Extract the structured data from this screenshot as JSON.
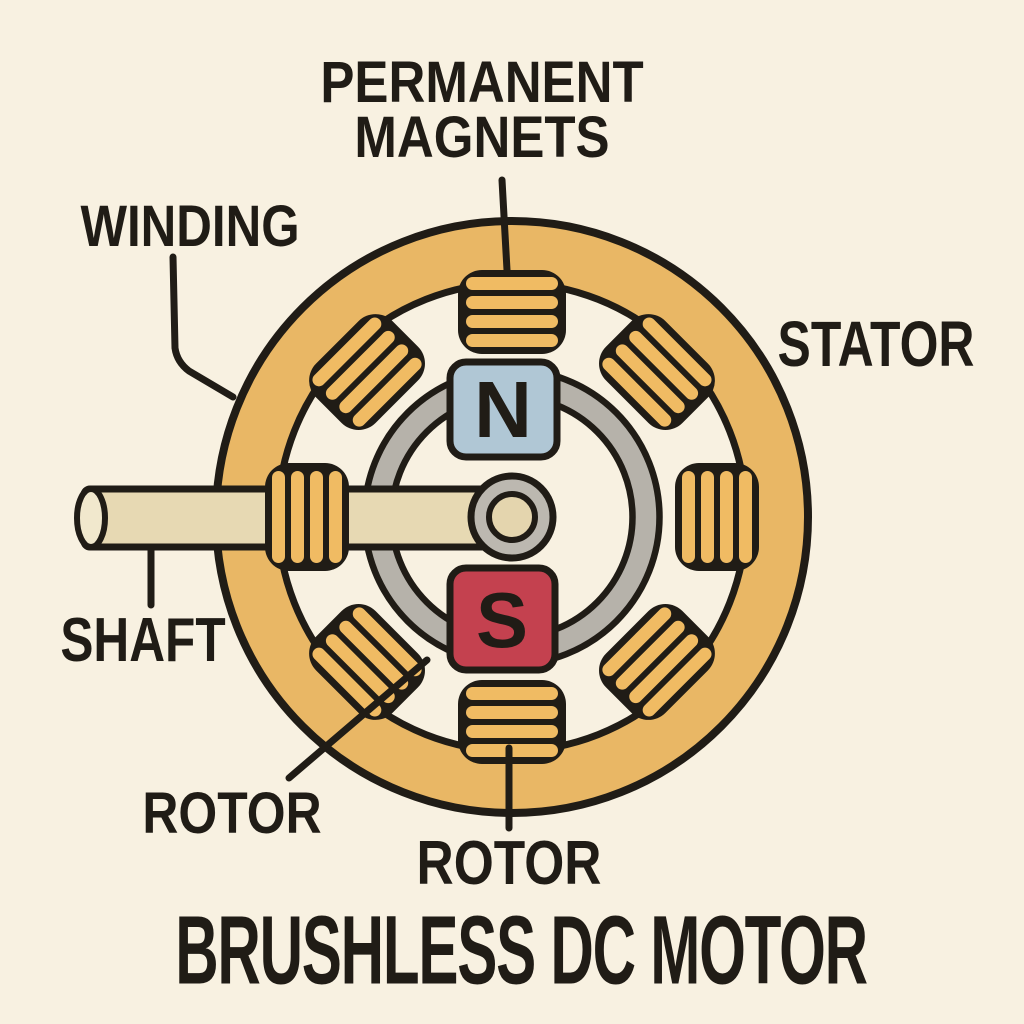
{
  "title": "BRUSHLESS DC MOTOR",
  "labels": {
    "permanent_magnets_line1": "PERMANENT",
    "permanent_magnets_line2": "MAGNETS",
    "winding": "WINDING",
    "stator": "STATOR",
    "shaft": "SHAFT",
    "rotor_left": "ROTOR",
    "rotor_bottom": "ROTOR"
  },
  "magnets": {
    "north": "N",
    "south": "S"
  },
  "colors": {
    "background": "#f8f1e1",
    "ink": "#201c16",
    "stator_gold": "#e9b765",
    "coil_gold": "#f0bb63",
    "rotor_gray": "#b6b2aa",
    "magnet_north_blue": "#b0c7d5",
    "magnet_south_red": "#c4414f",
    "shaft_cream": "#e7d9b3",
    "shaft_cap_cream": "#f1e8cd",
    "hub_gray": "#bcb8b0",
    "hub_center_cream": "#e4d5ae"
  }
}
